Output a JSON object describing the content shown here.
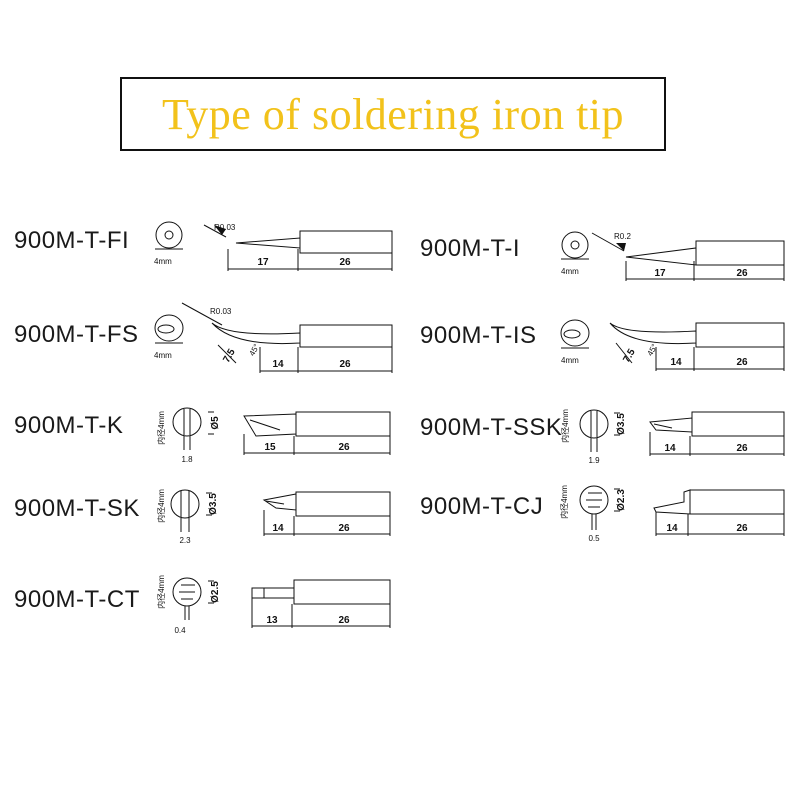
{
  "title": "Type of soldering iron tip",
  "colors": {
    "title": "#f2c21b",
    "line": "#111111"
  },
  "tips": {
    "fi": {
      "name": "900M-T-FI",
      "radius": "R0.03",
      "width": "4mm",
      "l1": "17",
      "l2": "26"
    },
    "i": {
      "name": "900M-T-I",
      "radius": "R0.2",
      "width": "4mm",
      "l1": "17",
      "l2": "26"
    },
    "fs": {
      "name": "900M-T-FS",
      "radius": "R0.03",
      "width": "4mm",
      "angle_len": "7.5",
      "angle": "45°",
      "l1": "14",
      "l2": "26"
    },
    "is": {
      "name": "900M-T-IS",
      "width": "4mm",
      "angle_len": "7.5",
      "angle": "45°",
      "l1": "14",
      "l2": "26"
    },
    "k": {
      "name": "900M-T-K",
      "inner": "内径4mm",
      "dia": "Ø5",
      "thick": "1.8",
      "l1": "15",
      "l2": "26"
    },
    "ssk": {
      "name": "900M-T-SSK",
      "inner": "内径4mm",
      "dia": "Ø3.5",
      "thick": "1.9",
      "l1": "14",
      "l2": "26"
    },
    "sk": {
      "name": "900M-T-SK",
      "inner": "内径4mm",
      "dia": "Ø3.5",
      "thick": "2.3",
      "l1": "14",
      "l2": "26"
    },
    "cj": {
      "name": "900M-T-CJ",
      "inner": "内径4mm",
      "dia": "Ø2.3",
      "thick": "0.5",
      "l1": "14",
      "l2": "26"
    },
    "ct": {
      "name": "900M-T-CT",
      "inner": "内径4mm",
      "dia": "Ø2.5",
      "thick": "0.4",
      "l1": "13",
      "l2": "26"
    }
  }
}
